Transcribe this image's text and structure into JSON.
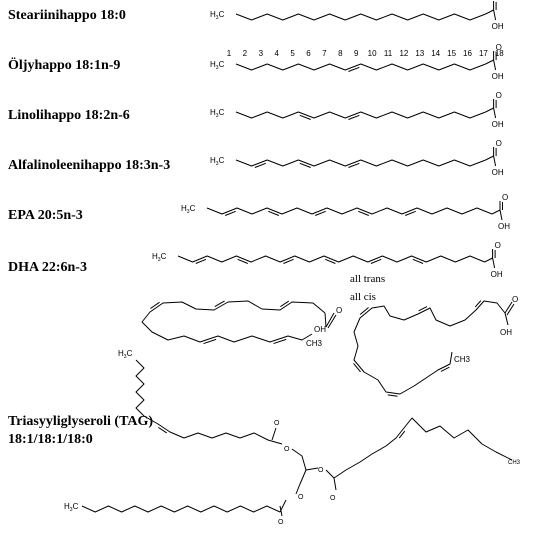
{
  "labels": {
    "stearic": "Steariinihappo 18:0",
    "oleic": "Öljyhappo 18:1n-9",
    "linoleic": "Linolihappo 18:2n-6",
    "alpha_linolenic": "Alfalinoleenihappo 18:3n-3",
    "epa": "EPA 20:5n-3",
    "dha": "DHA 22:6n-3",
    "tag_line1": "Triasyyliglyseroli (TAG)",
    "tag_line2": "18:1/18:1/18:0",
    "all_trans": "all trans",
    "all_cis": "all cis"
  },
  "numbering": [
    "1",
    "2",
    "3",
    "4",
    "5",
    "6",
    "7",
    "8",
    "9",
    "10",
    "11",
    "12",
    "13",
    "14",
    "15",
    "16",
    "17",
    "18"
  ],
  "atoms": {
    "methyl": "H3C",
    "methyl_short": "CH3",
    "carbonyl_o": "O",
    "hydroxyl": "OH"
  },
  "colors": {
    "ink": "#000000",
    "background": "#ffffff"
  }
}
